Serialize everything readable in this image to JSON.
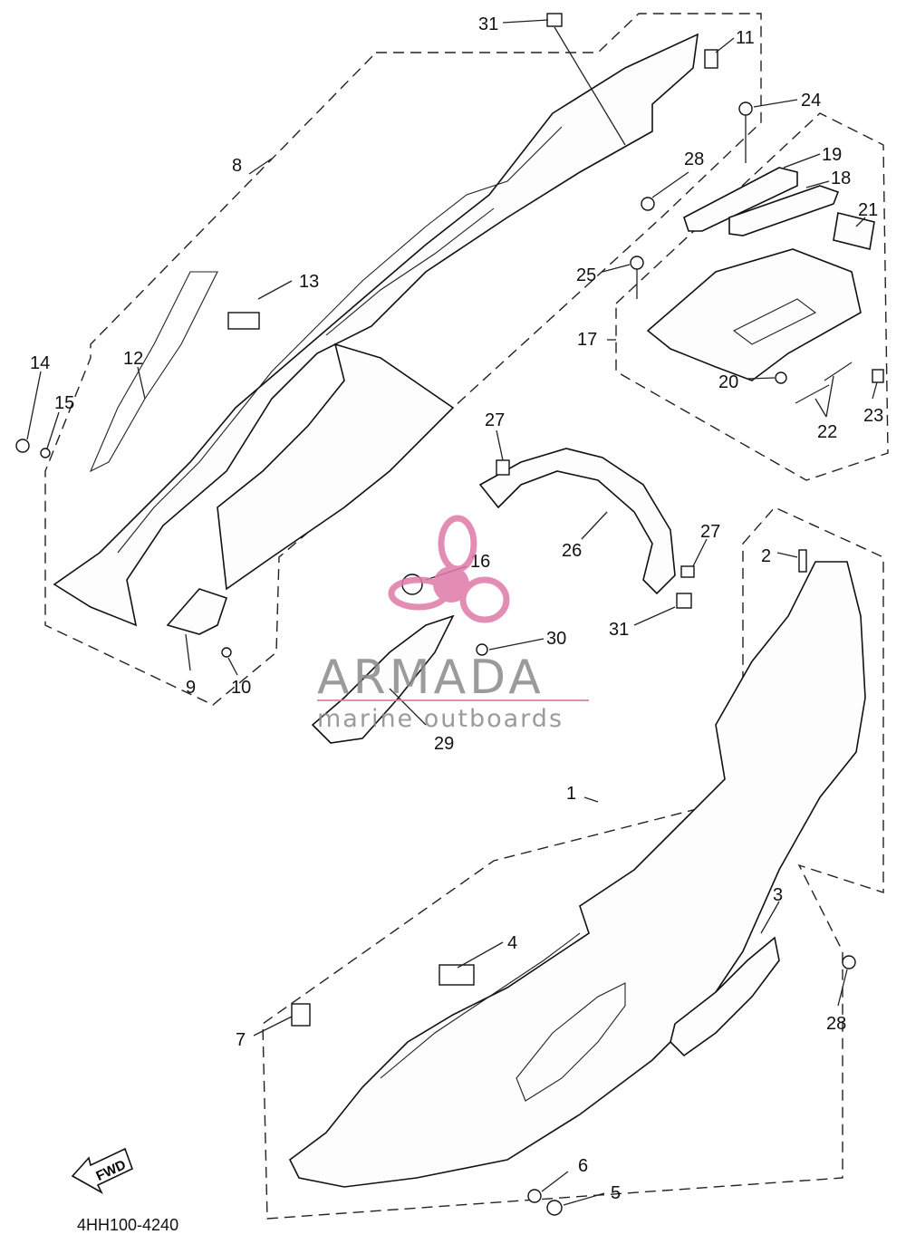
{
  "drawing_code": "4HH100-4240",
  "watermark": {
    "brand": "ARMADA",
    "tagline": "marine outboards",
    "colors": {
      "brand": "#8a8a8a",
      "accent": "#e07aa8"
    }
  },
  "fwd_label": "FWD",
  "callouts": [
    {
      "text": "31"
    },
    {
      "text": "11"
    },
    {
      "text": "24"
    },
    {
      "text": "28"
    },
    {
      "text": "19"
    },
    {
      "text": "18"
    },
    {
      "text": "21"
    },
    {
      "text": "8"
    },
    {
      "text": "25"
    },
    {
      "text": "13"
    },
    {
      "text": "17"
    },
    {
      "text": "14"
    },
    {
      "text": "12"
    },
    {
      "text": "15"
    },
    {
      "text": "20"
    },
    {
      "text": "23"
    },
    {
      "text": "22"
    },
    {
      "text": "27"
    },
    {
      "text": "27"
    },
    {
      "text": "2"
    },
    {
      "text": "16"
    },
    {
      "text": "26"
    },
    {
      "text": "31"
    },
    {
      "text": "30"
    },
    {
      "text": "9"
    },
    {
      "text": "10"
    },
    {
      "text": "29"
    },
    {
      "text": "1"
    },
    {
      "text": "4"
    },
    {
      "text": "3"
    },
    {
      "text": "28"
    },
    {
      "text": "7"
    },
    {
      "text": "6"
    },
    {
      "text": "5"
    }
  ]
}
